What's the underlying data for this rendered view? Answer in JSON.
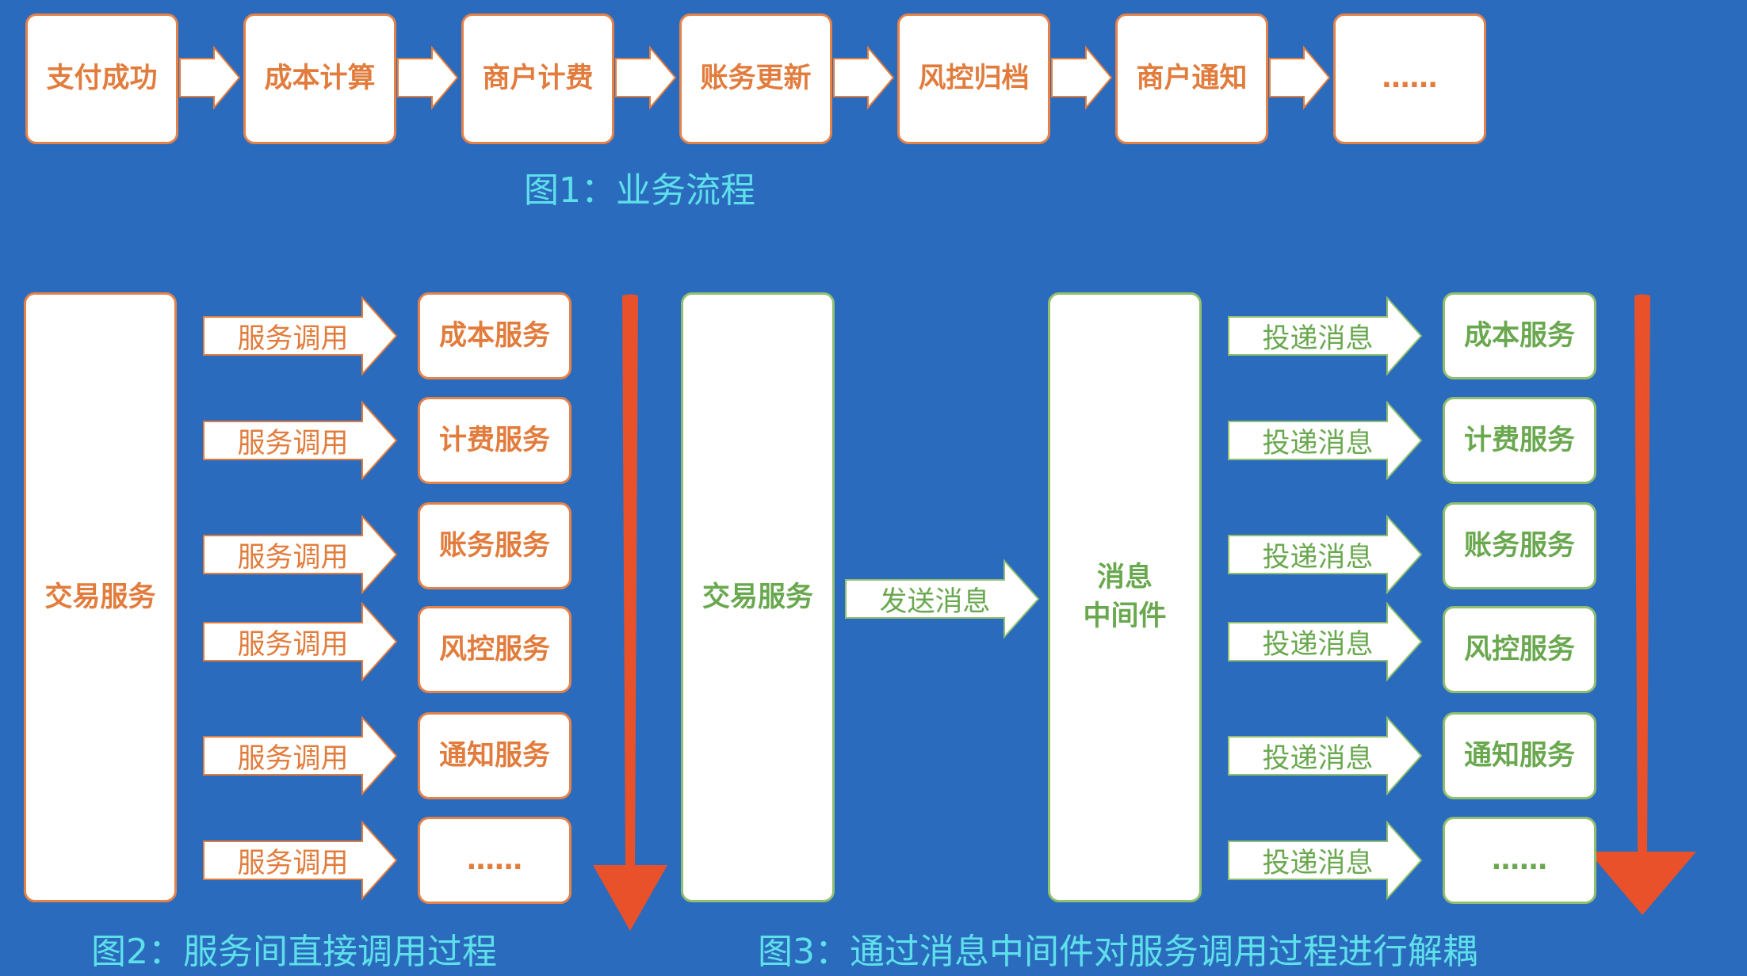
{
  "figure1": {
    "steps": [
      "支付成功",
      "成本计算",
      "商户计费",
      "账务更新",
      "风控归档",
      "商户通知",
      "……"
    ],
    "caption": "图1：业务流程"
  },
  "figure2": {
    "source": "交易服务",
    "call_label": "服务调用",
    "services": [
      "成本服务",
      "计费服务",
      "账务服务",
      "风控服务",
      "通知服务",
      "……"
    ],
    "caption": "图2：服务间直接调用过程"
  },
  "figure3": {
    "source": "交易服务",
    "send_label": "发送消息",
    "middleware_line1": "消息",
    "middleware_line2": "中间件",
    "deliver_label": "投递消息",
    "services": [
      "成本服务",
      "计费服务",
      "账务服务",
      "风控服务",
      "通知服务",
      "……"
    ],
    "caption": "图3：通过消息中间件对服务调用过程进行解耦"
  },
  "colors": {
    "background": "#2b6bbd",
    "orange": "#e27c3c",
    "green": "#6aa84f",
    "caption": "#5ee0ea",
    "red_arrow": "#e8512a"
  }
}
